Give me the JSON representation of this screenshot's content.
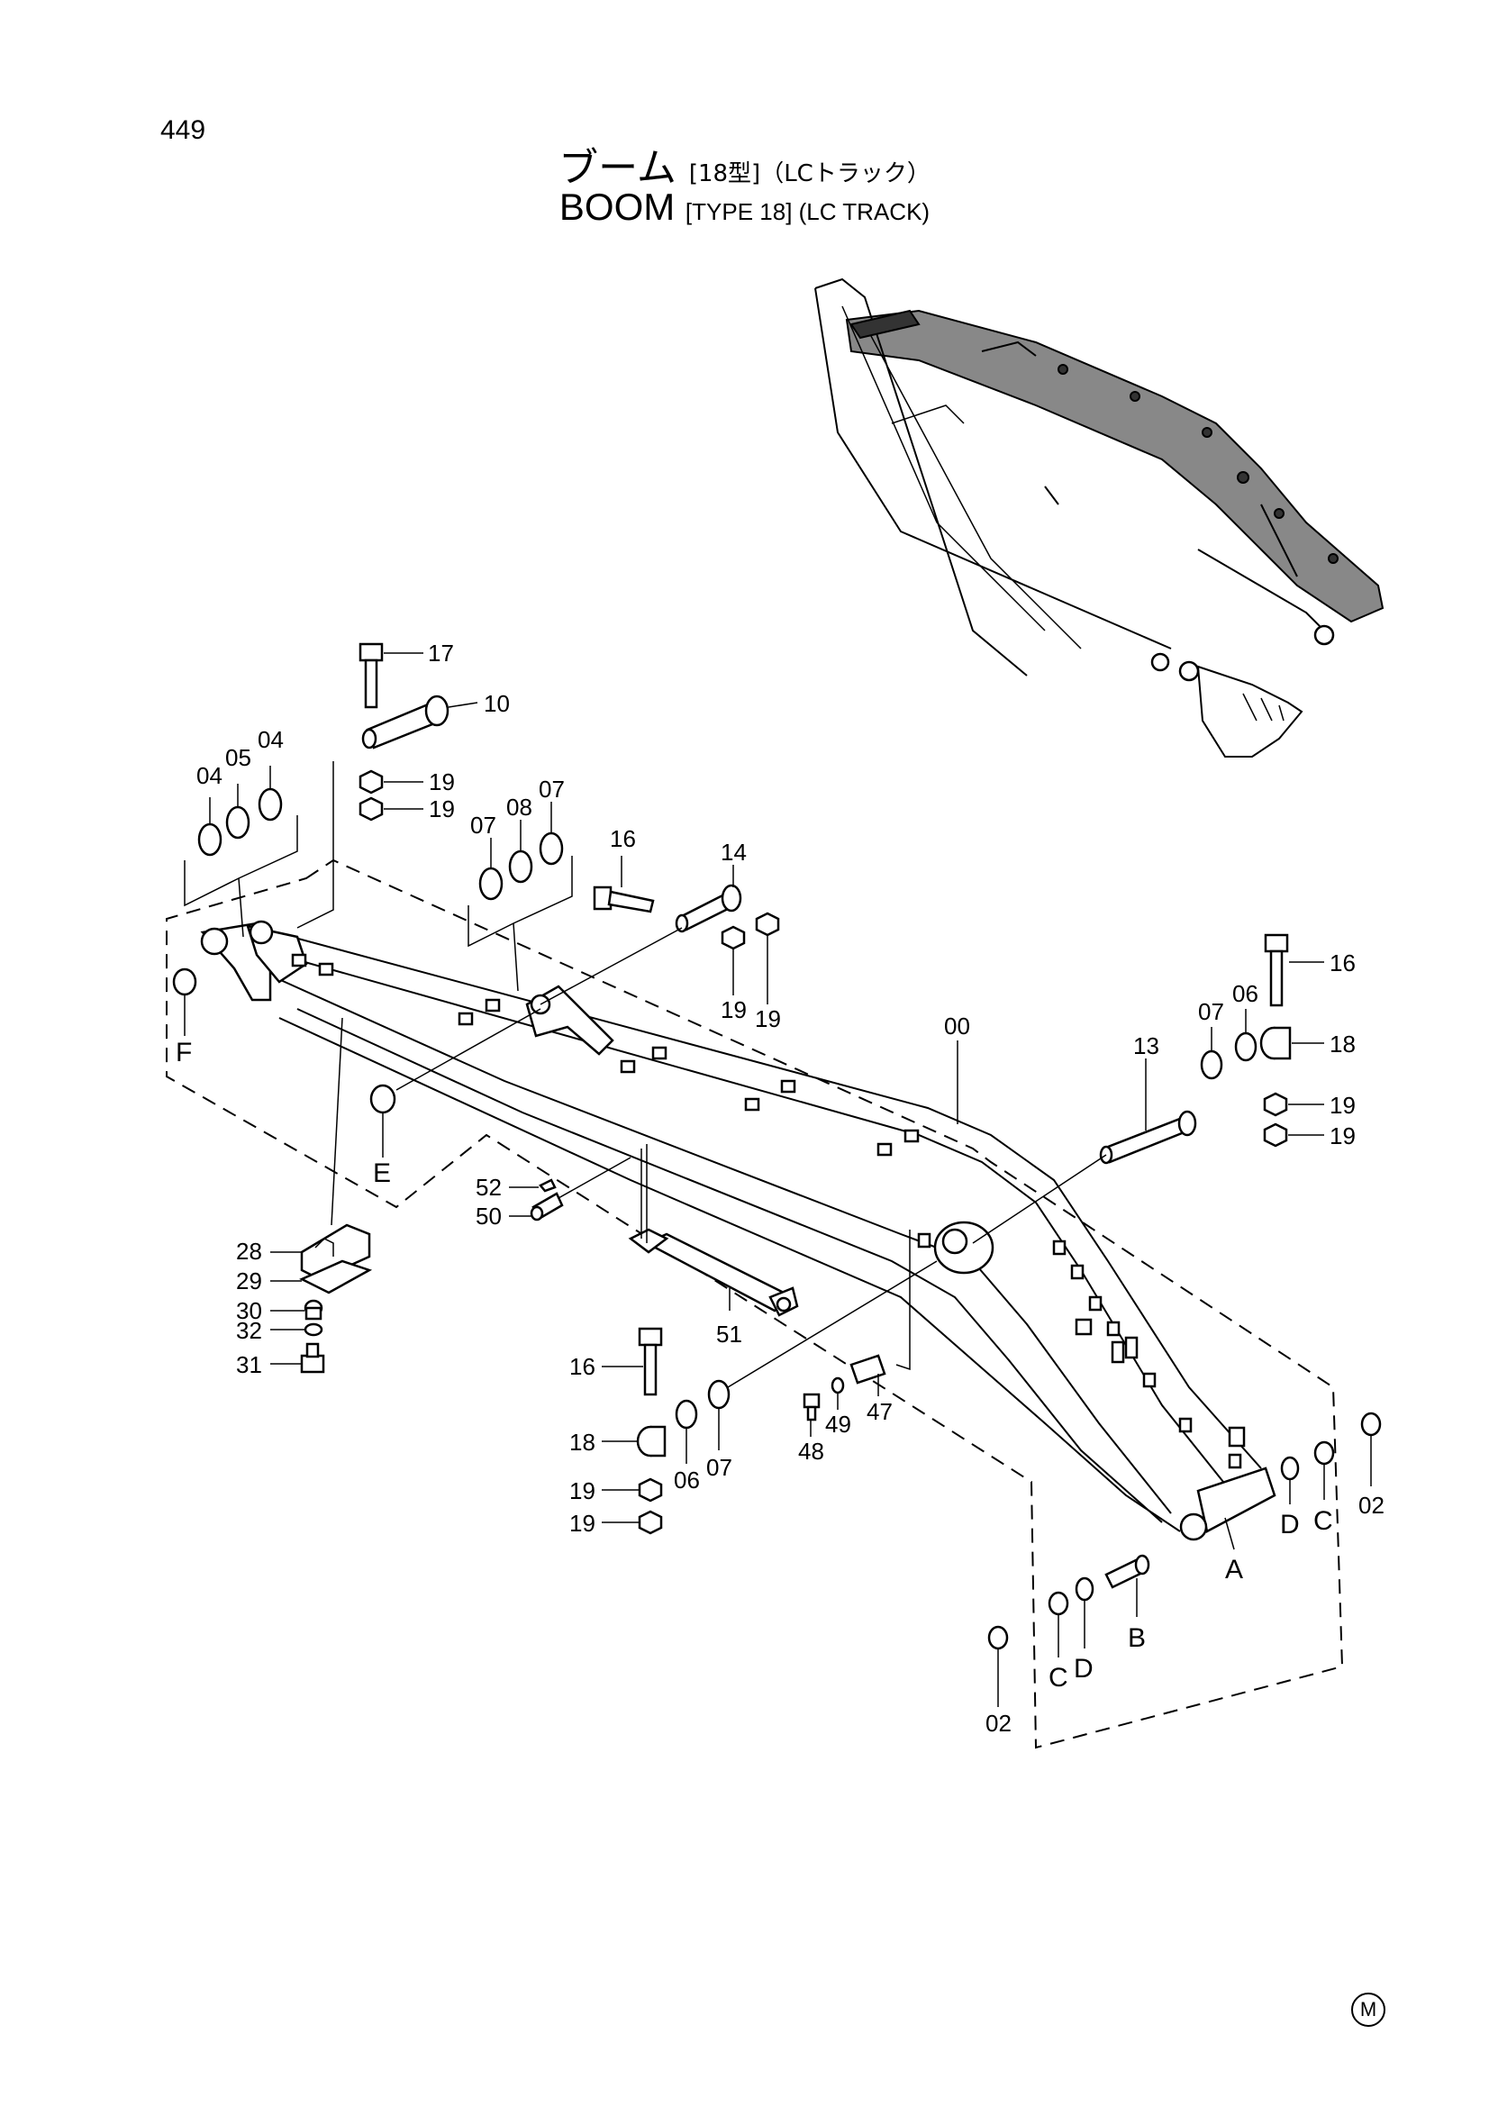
{
  "page_number": "449",
  "title_jp": "ブーム",
  "title_jp_sub": "[18型]（LCトラック）",
  "title_en": "BOOM",
  "title_en_sub": "[TYPE 18] (LC TRACK)",
  "corner_mark": "M",
  "callouts": {
    "c00": "00",
    "c02a": "02",
    "c02b": "02",
    "c04a": "04",
    "c04b": "04",
    "c05": "05",
    "c06a": "06",
    "c06b": "06",
    "c07a": "07",
    "c07b": "07",
    "c07c": "07",
    "c07d": "07",
    "c08": "08",
    "c10": "10",
    "c13": "13",
    "c14": "14",
    "c16a": "16",
    "c16b": "16",
    "c16c": "16",
    "c17": "17",
    "c18a": "18",
    "c18b": "18",
    "c19a": "19",
    "c19b": "19",
    "c19c": "19",
    "c19d": "19",
    "c19e": "19",
    "c19f": "19",
    "c19g": "19",
    "c19h": "19",
    "c28": "28",
    "c29": "29",
    "c30": "30",
    "c31": "31",
    "c32": "32",
    "c47": "47",
    "c48": "48",
    "c49": "49",
    "c50": "50",
    "c51": "51",
    "c52": "52",
    "cA": "A",
    "cB": "B",
    "cC1": "C",
    "cC2": "C",
    "cD1": "D",
    "cD2": "D",
    "cE": "E",
    "cF": "F"
  }
}
